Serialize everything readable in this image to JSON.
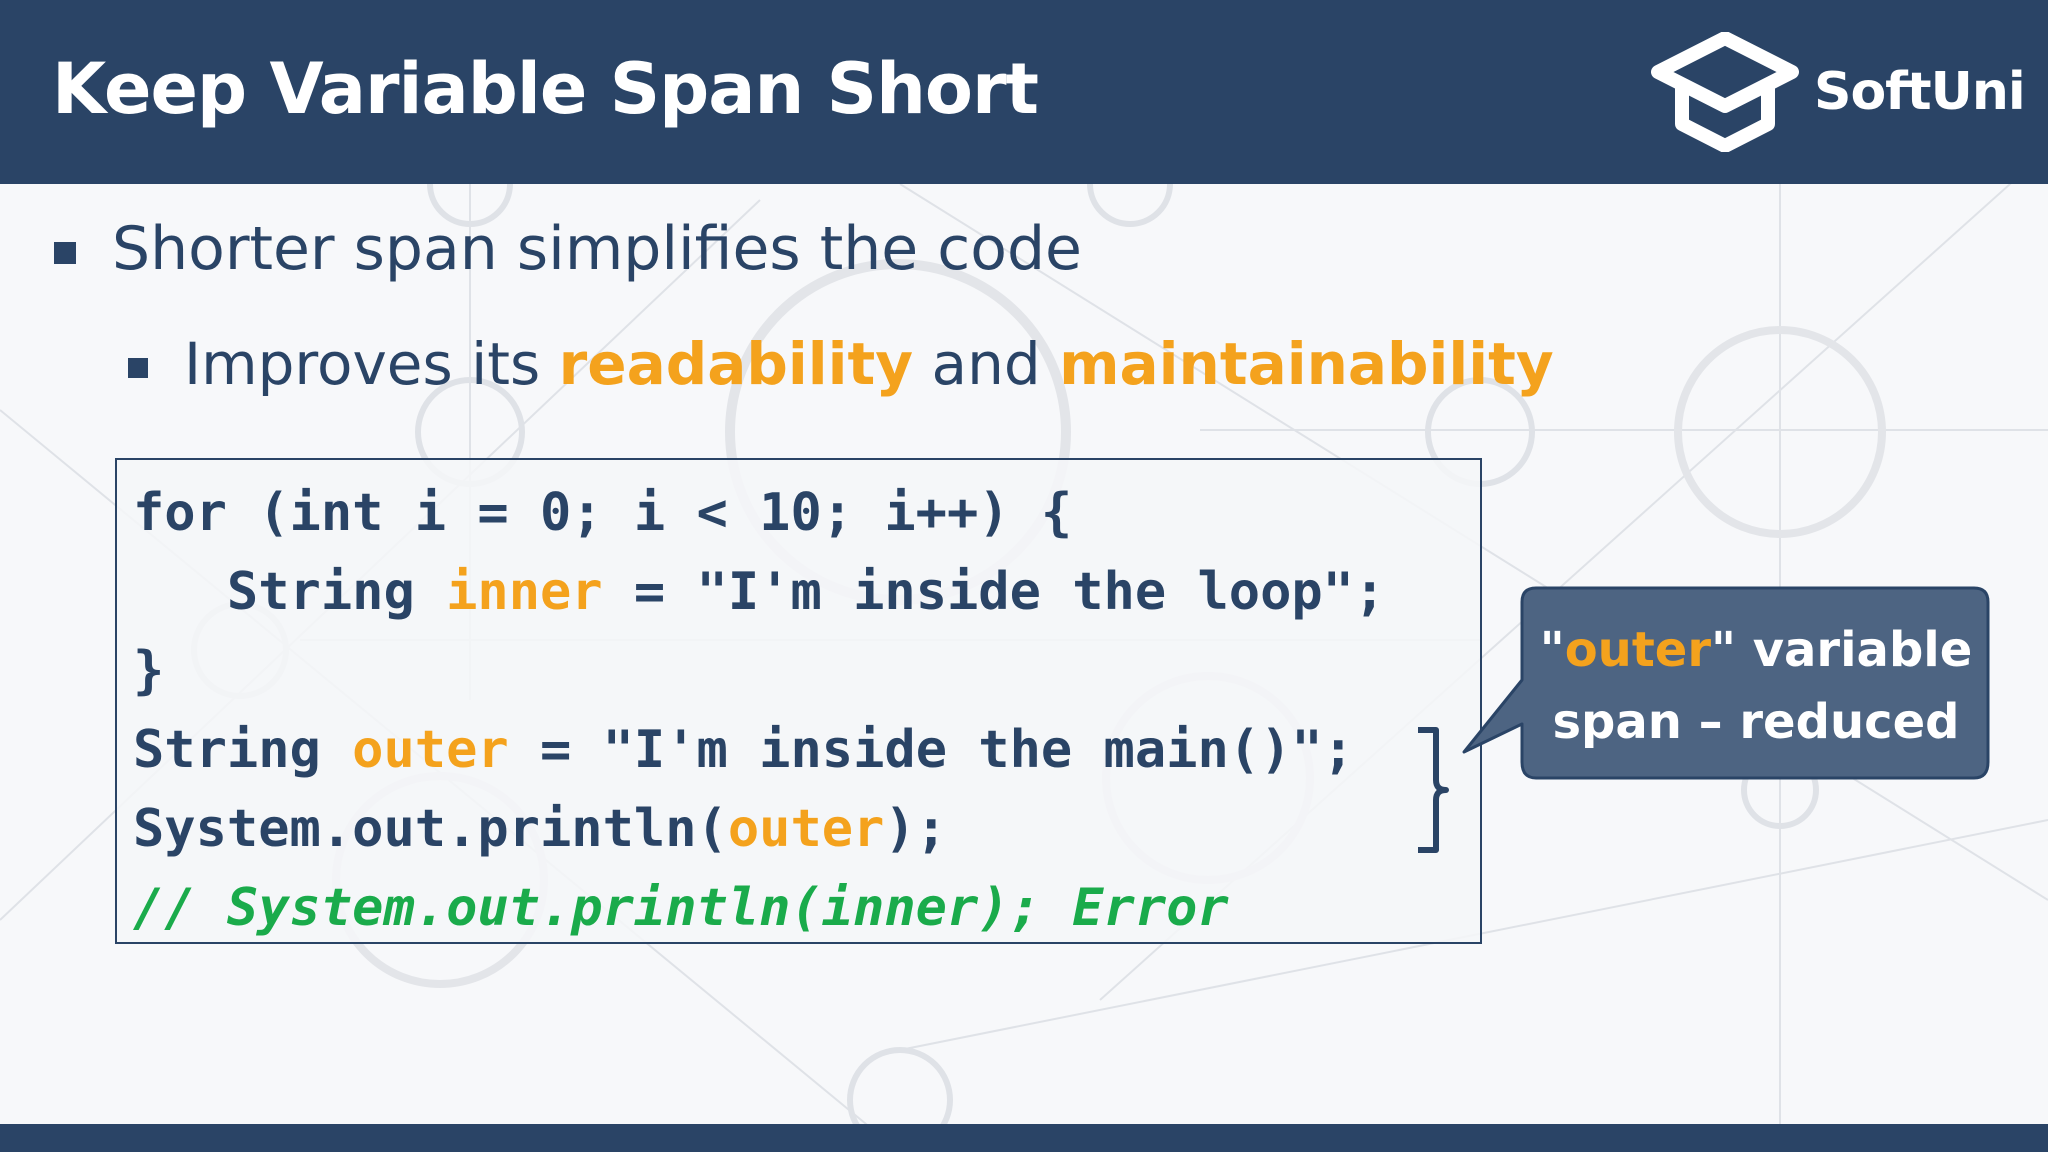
{
  "slide": {
    "title": "Keep Variable Span Short",
    "logo_text": "SoftUni",
    "logo_icon": "graduation-cap-icon"
  },
  "bullets": {
    "level1": "Shorter span simplifies the code",
    "level2": {
      "prefix": "Improves its ",
      "highlight1": "readability",
      "middle": " and ",
      "highlight2": "maintainability"
    }
  },
  "code": {
    "line1": "for (int i = 0; i < 10; i++) {",
    "line2_indent": "   ",
    "line2_type": "String ",
    "line2_var": "inner",
    "line2_rest": " = \"I'm inside the loop\";",
    "line3": "}",
    "line4_type": "String ",
    "line4_var": "outer",
    "line4_rest": " = \"I'm inside the main()\";",
    "line5_prefix": "System.out.println(",
    "line5_var": "outer",
    "line5_suffix": ");",
    "line6_comment": "// System.out.println(inner); Error"
  },
  "callout": {
    "quote_open": "\"",
    "highlight": "outer",
    "quote_close_rest": "\" variable",
    "line2": "span – reduced"
  },
  "colors": {
    "primary": "#2a4466",
    "highlight": "#f4a21d",
    "comment": "#1aab4b",
    "callout_bg": "#4d6482"
  }
}
